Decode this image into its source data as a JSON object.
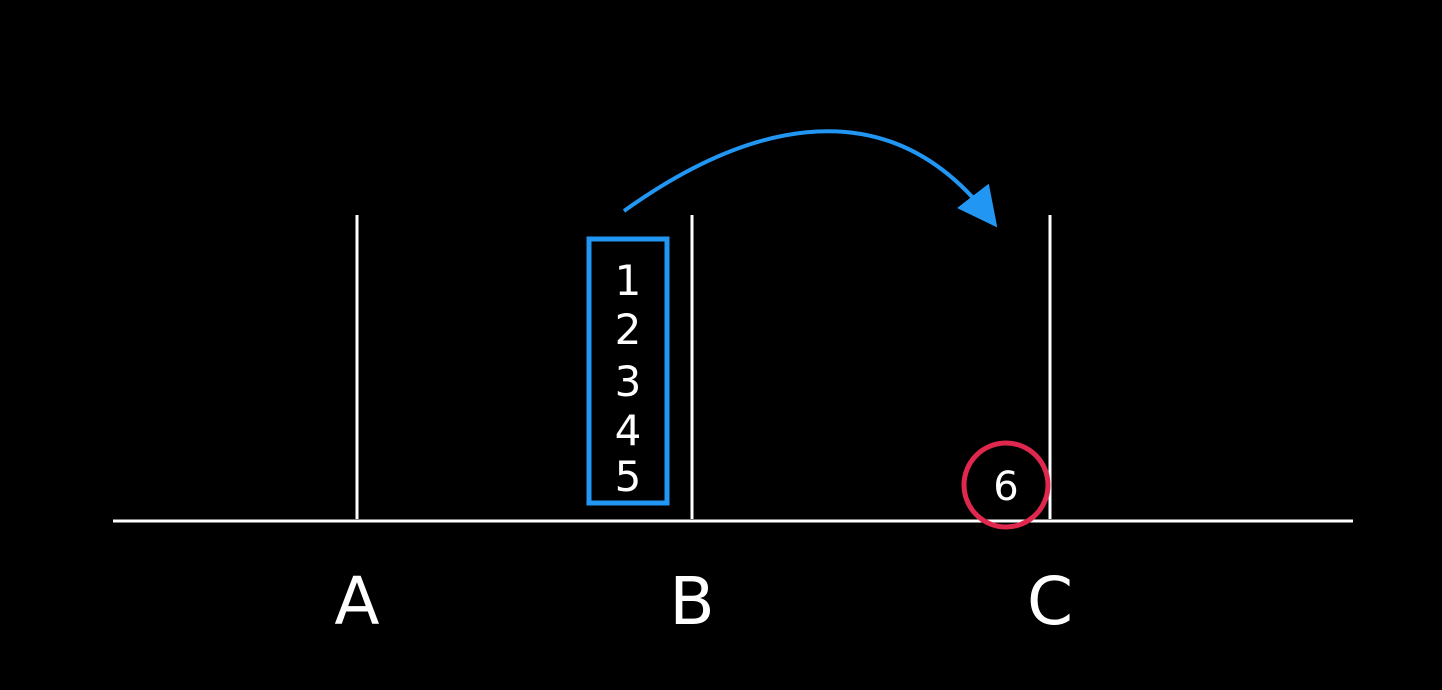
{
  "colors": {
    "background": "#000000",
    "lines": "#ffffff",
    "moving_stack": "#2196f3",
    "move_arrow": "#2196f3",
    "highlight_disk": "#e0284f"
  },
  "pegs": [
    {
      "label": "A"
    },
    {
      "label": "B"
    },
    {
      "label": "C"
    }
  ],
  "moving_stack": {
    "disks": [
      "1",
      "2",
      "3",
      "4",
      "5"
    ]
  },
  "highlighted_disk": {
    "label": "6"
  }
}
